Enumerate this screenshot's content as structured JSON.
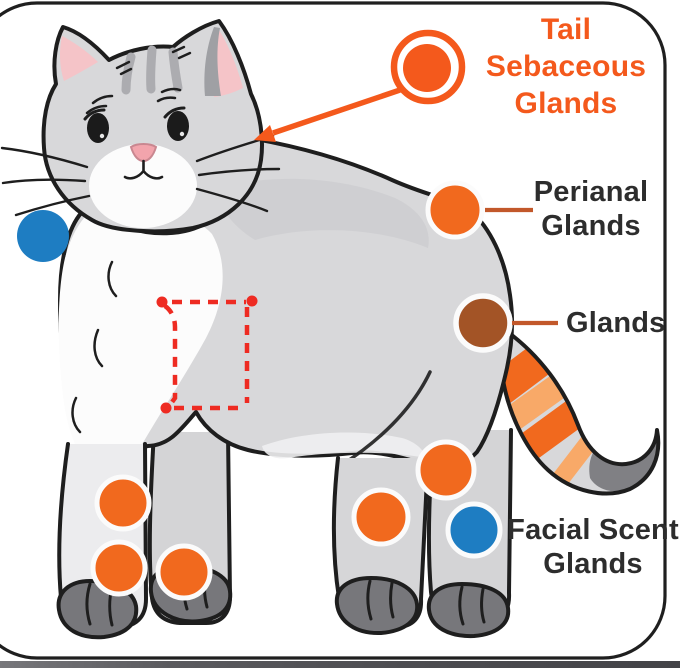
{
  "colors": {
    "orange": "#F1691E",
    "orangeLight": "#F8A968",
    "orangeAccent": "#F4591C",
    "brown": "#A35426",
    "blue": "#1E7DC2",
    "red": "#EE2B22",
    "connector": "#C2582A",
    "textDark": "#2D2D2D"
  },
  "labels": {
    "tail_sebaceous": {
      "line1": "Tail",
      "line2": "Sebaceous",
      "line3": "Glands"
    },
    "perianal": {
      "line1": "Perianal",
      "line2": "Glands"
    },
    "glands": {
      "line1": "Glands"
    },
    "facial_scent": {
      "line1": "Facial Scent",
      "line2": "Glands"
    }
  }
}
